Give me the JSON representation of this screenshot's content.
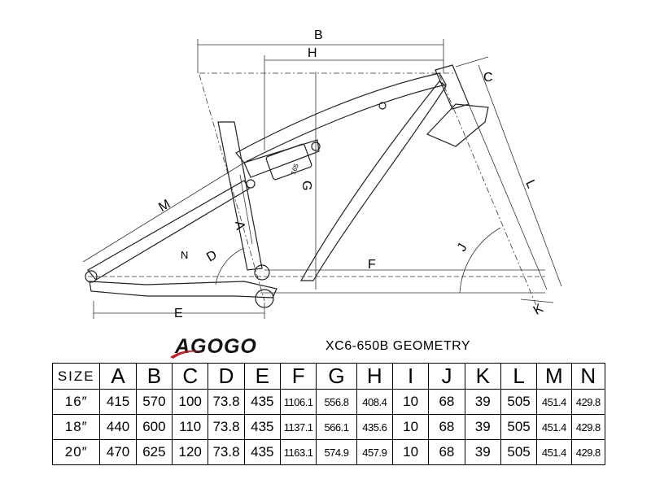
{
  "brand": {
    "logo_text": "AGOGO",
    "model_title": "XC6-650B GEOMETRY"
  },
  "diagram": {
    "labels": {
      "A": "A",
      "B": "B",
      "C": "C",
      "D": "D",
      "E": "E",
      "F": "F",
      "G": "G",
      "H": "H",
      "J": "J",
      "K": "K",
      "L": "L",
      "M": "M",
      "N": "N"
    },
    "shock_marking": "165"
  },
  "table": {
    "size_header": "SIZE",
    "columns": [
      "A",
      "B",
      "C",
      "D",
      "E",
      "F",
      "G",
      "H",
      "I",
      "J",
      "K",
      "L",
      "M",
      "N"
    ],
    "rows": [
      {
        "size": "16″",
        "values": [
          "415",
          "570",
          "100",
          "73.8",
          "435",
          "1106.1",
          "556.8",
          "408.4",
          "10",
          "68",
          "39",
          "505",
          "451.4",
          "429.8"
        ]
      },
      {
        "size": "18″",
        "values": [
          "440",
          "600",
          "110",
          "73.8",
          "435",
          "1137.1",
          "566.1",
          "435.6",
          "10",
          "68",
          "39",
          "505",
          "451.4",
          "429.8"
        ]
      },
      {
        "size": "20″",
        "values": [
          "470",
          "625",
          "120",
          "73.8",
          "435",
          "1163.1",
          "574.9",
          "457.9",
          "10",
          "68",
          "39",
          "505",
          "451.4",
          "429.8"
        ]
      }
    ]
  }
}
